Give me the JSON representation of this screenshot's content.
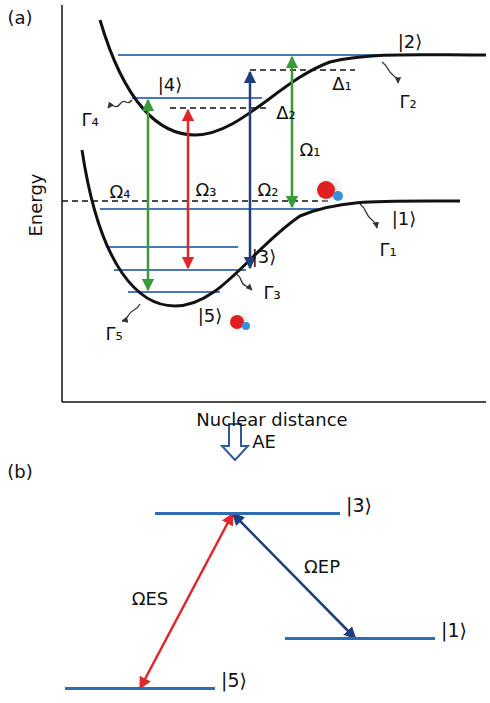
{
  "diagram": {
    "nodes": [
      {
        "text": [
          "|3⟩"
        ]
      },
      {
        "text": [
          "|1⟩"
        ]
      },
      {
        "text": [
          "|5⟩"
        ]
      }
    ],
    "edges": [
      {
        "from": 2,
        "to": 0,
        "label": "ΩES",
        "arrow": "both"
      },
      {
        "from": 0,
        "to": 1,
        "label": "ΩEP",
        "arrow": "both"
      }
    ],
    "labels": [
      "(a)",
      "Energy",
      "|2⟩",
      "Δ₁",
      "Γ₂",
      "|4⟩",
      "Δ₂",
      "Γ₄",
      "Ω₄",
      "Ω₃",
      "Ω₂",
      "Ω₁",
      "|1⟩",
      "Γ₁",
      "|3⟩",
      "Γ₃",
      "Γ₅",
      "|5⟩",
      "Nuclear distance",
      "AE",
      "(b)"
    ]
  }
}
